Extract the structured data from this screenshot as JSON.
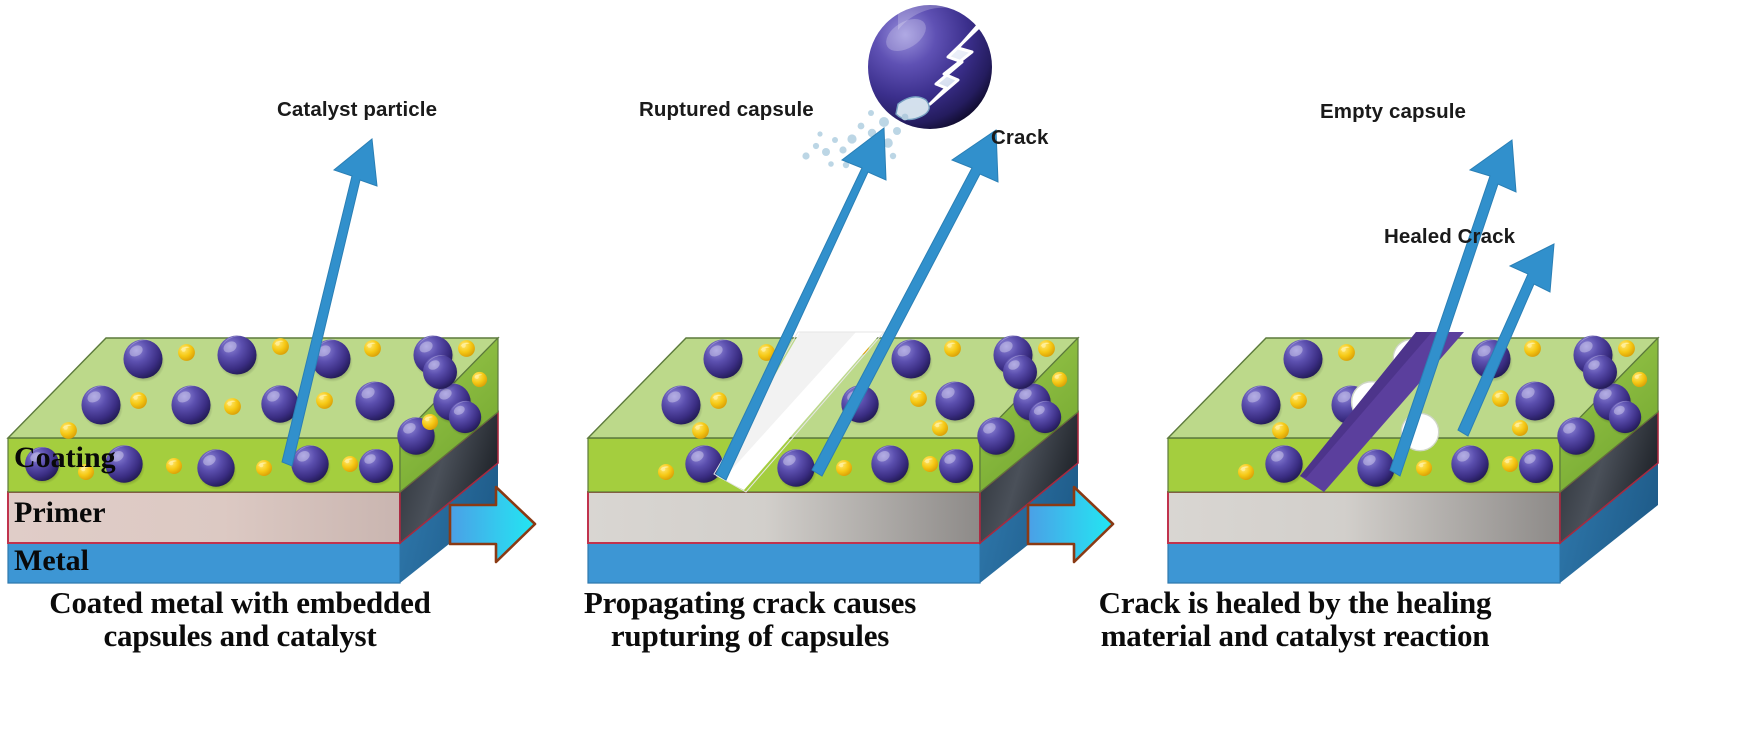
{
  "figure": {
    "title": "Self-healing coating mechanism schematic",
    "background": "#ffffff"
  },
  "colors": {
    "coating_top": "#bcd98a",
    "coating_front": "#a4ce3e",
    "coating_side": "#8cc63f",
    "coating_edge": "#5c7a3c",
    "primer_front": "#ddc9c4",
    "primer_border": "#c0334d",
    "primer_side_dark": "#3a4048",
    "metal_front": "#3d96d4",
    "metal_side": "#2f79ad",
    "capsule_dark": "#3b2e86",
    "capsule_light": "#6a5fc0",
    "catalyst_yellow": "#f5c518",
    "callout_arrow": "#3190cc",
    "healing_material": "#5b3f9d",
    "crack_white": "#ffffff",
    "transition_arrow_from": "#4aa3e8",
    "transition_arrow_to": "#28e0f0",
    "transition_arrow_stroke": "#8a3a14",
    "text_dark": "#111111"
  },
  "panels": [
    {
      "id": "panel-1",
      "caption_line1": "Coated metal with embedded",
      "caption_line2": "capsules and catalyst",
      "callouts": [
        {
          "name": "catalyst-particle",
          "label": "Catalyst particle"
        }
      ],
      "layer_labels": [
        {
          "name": "coating",
          "label": "Coating"
        },
        {
          "name": "primer",
          "label": "Primer"
        },
        {
          "name": "metal",
          "label": "Metal"
        }
      ]
    },
    {
      "id": "panel-2",
      "caption_line1": "Propagating crack causes",
      "caption_line2": "rupturing of capsules",
      "callouts": [
        {
          "name": "ruptured-capsule",
          "label": "Ruptured capsule"
        },
        {
          "name": "crack",
          "label": "Crack"
        }
      ],
      "layer_labels": []
    },
    {
      "id": "panel-3",
      "caption_line1": "Crack is healed by the healing",
      "caption_line2": "material and catalyst reaction",
      "callouts": [
        {
          "name": "empty-capsule",
          "label": "Empty capsule"
        },
        {
          "name": "healed-crack",
          "label": "Healed Crack"
        }
      ],
      "layer_labels": []
    }
  ],
  "transitions": [
    {
      "name": "transition-arrow-1",
      "icon": "right-arrow-icon"
    },
    {
      "name": "transition-arrow-2",
      "icon": "right-arrow-icon"
    }
  ],
  "icons": {
    "callout_arrow": "arrow-up-right-icon",
    "ruptured_sphere": "ruptured-capsule-icon",
    "droplets": "spilling-droplets-icon"
  }
}
